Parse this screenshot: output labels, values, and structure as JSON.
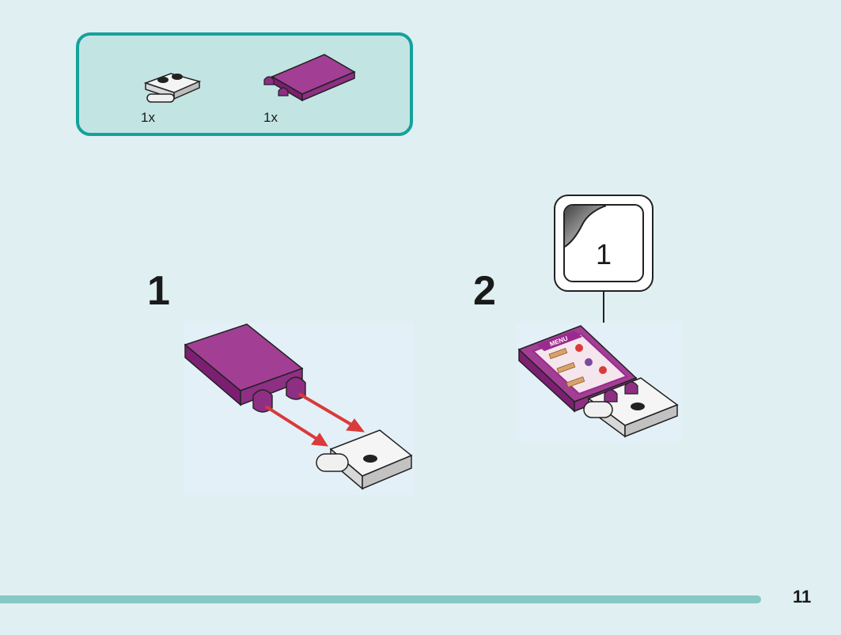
{
  "parts": [
    {
      "qty": "1x",
      "icon": "white-plate-with-clip-icon"
    },
    {
      "qty": "1x",
      "icon": "purple-tile-with-clips-icon"
    }
  ],
  "steps": [
    {
      "number": "1"
    },
    {
      "number": "2",
      "sticker_number": "1",
      "sticker_text": "MENU"
    }
  ],
  "page_number": "11",
  "colors": {
    "accent": "#16a19b",
    "purple": "#9b2a8e",
    "arrow": "#d93a3a"
  }
}
